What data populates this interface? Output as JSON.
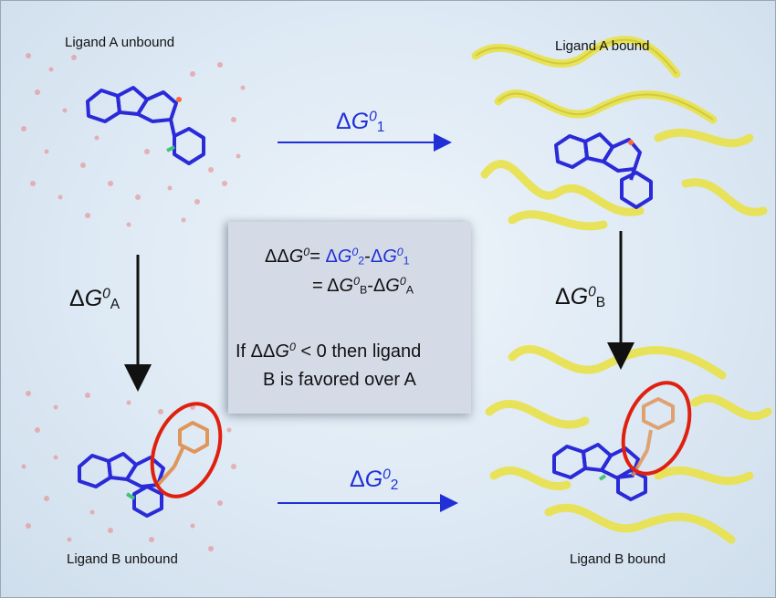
{
  "captions": {
    "a_unbound": "Ligand A unbound",
    "a_bound": "Ligand A bound",
    "b_unbound": "Ligand B unbound",
    "b_bound": "Ligand B bound"
  },
  "transitions": {
    "dg1": {
      "delta": "Δ",
      "G": "G",
      "sup": "0",
      "sub": "1"
    },
    "dg2": {
      "delta": "Δ",
      "G": "G",
      "sup": "0",
      "sub": "2"
    },
    "dgA": {
      "delta": "Δ",
      "G": "G",
      "sup": "0",
      "sub": "A"
    },
    "dgB": {
      "delta": "Δ",
      "G": "G",
      "sup": "0",
      "sub": "B"
    }
  },
  "equation": {
    "lhs_prefix": "ΔΔ",
    "lhs_G": "G",
    "lhs_sup": "0",
    "eq": "=",
    "t1_delta": "Δ",
    "t1_G": "G",
    "t1_sup": "0",
    "t1_sub": "2",
    "minus": "-",
    "t2_delta": "Δ",
    "t2_G": "G",
    "t2_sup": "0",
    "t2_sub": "1",
    "eq2": "=",
    "t3_delta": "Δ",
    "t3_G": "G",
    "t3_sup": "0",
    "t3_sub": "B",
    "minus2": "-",
    "t4_delta": "Δ",
    "t4_G": "G",
    "t4_sup": "0",
    "t4_sub": "A",
    "cond_if": "If ΔΔ",
    "cond_G": "G",
    "cond_sup": "0",
    "cond_rest": " < 0 then ligand",
    "cond_line2": "B is favored over A"
  },
  "colors": {
    "blue_arrow": "#2030d6",
    "black_arrow": "#111111",
    "ring": "#e0200f",
    "ligand": "#2a2ad8",
    "protein": "#e9e24a",
    "water": "#e06a6a"
  }
}
